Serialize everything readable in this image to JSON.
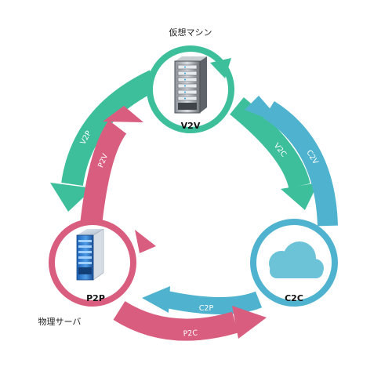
{
  "nodes": {
    "vm": {
      "label": "V2V",
      "caption": "仮想マシン",
      "icon": "server-rack-icon",
      "color": "#3dbf9c"
    },
    "physical": {
      "label": "P2P",
      "caption": "物理サーバ",
      "icon": "blue-server-icon",
      "color": "#d95d7f"
    },
    "cloud": {
      "label": "C2C",
      "icon": "cloud-icon",
      "color": "#4fb3cf"
    }
  },
  "arrows": {
    "v2p": {
      "label": "V2P",
      "color": "#3dbf9c"
    },
    "p2v": {
      "label": "P2V",
      "color": "#d95d7f"
    },
    "v2c": {
      "label": "V2C",
      "color": "#3dbf9c"
    },
    "c2v": {
      "label": "C2V",
      "color": "#4fb3cf"
    },
    "c2p": {
      "label": "C2P",
      "color": "#4fb3cf"
    },
    "p2c": {
      "label": "P2C",
      "color": "#d95d7f"
    }
  }
}
